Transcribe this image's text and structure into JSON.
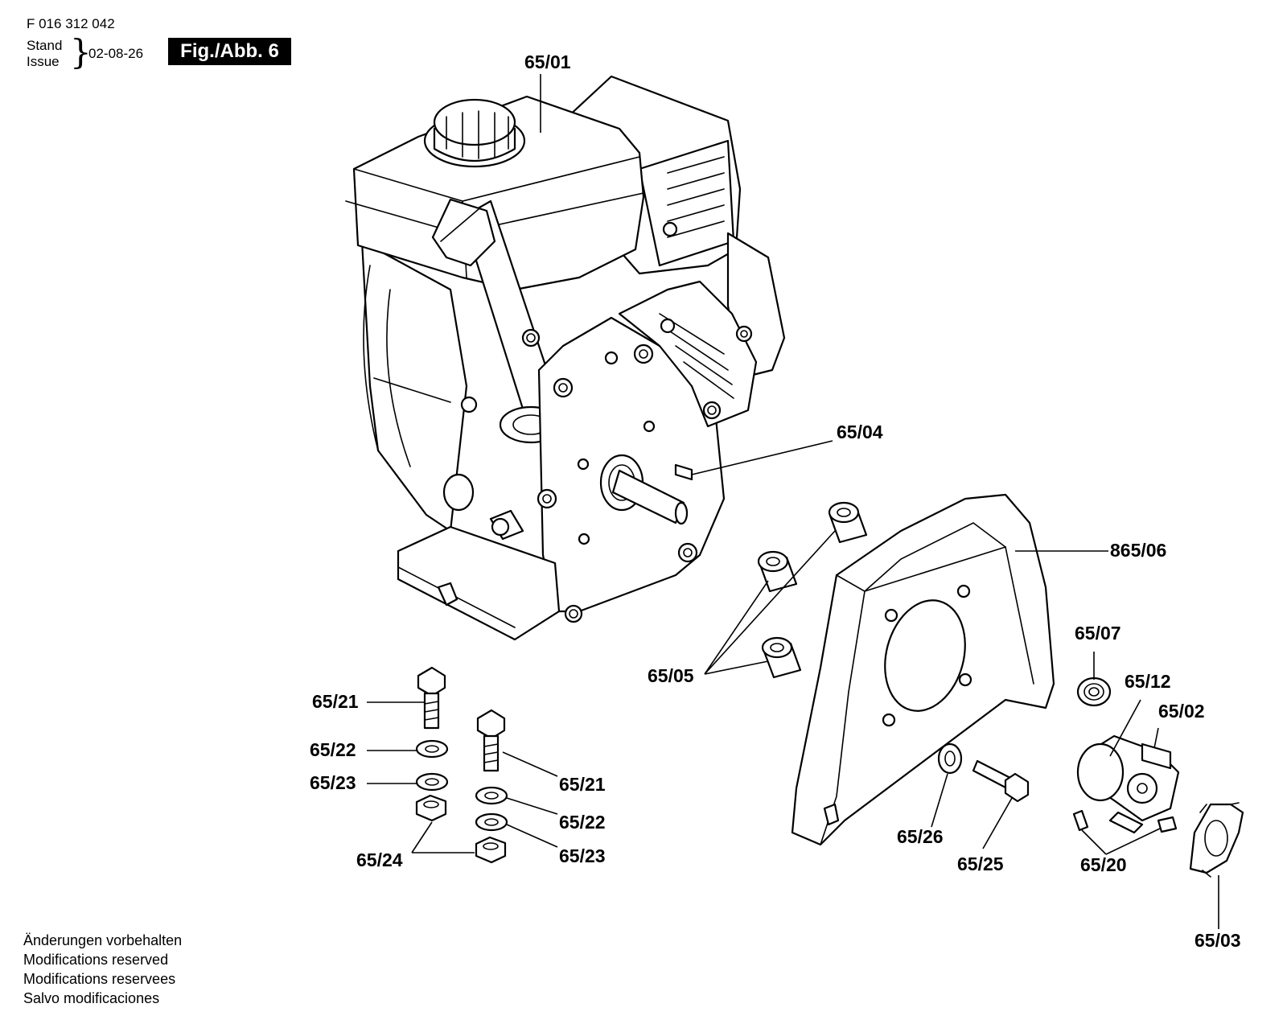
{
  "header": {
    "doc_number": "F 016 312 042",
    "stand_label": "Stand",
    "issue_label": "Issue",
    "issue_date": "02-08-26",
    "figure_label": "Fig./Abb. 6"
  },
  "callouts": {
    "c6501": "65/01",
    "c6504": "65/04",
    "c86506": "865/06",
    "c6505": "65/05",
    "c6507": "65/07",
    "c6512": "65/12",
    "c6502": "65/02",
    "c6521a": "65/21",
    "c6522a": "65/22",
    "c6523a": "65/23",
    "c6521b": "65/21",
    "c6522b": "65/22",
    "c6523b": "65/23",
    "c6524": "65/24",
    "c6526": "65/26",
    "c6525": "65/25",
    "c6520": "65/20",
    "c6503": "65/03"
  },
  "footer": {
    "line1": "Änderungen vorbehalten",
    "line2": "Modifications reserved",
    "line3": "Modifications reservees",
    "line4": "Salvo modificaciones"
  }
}
